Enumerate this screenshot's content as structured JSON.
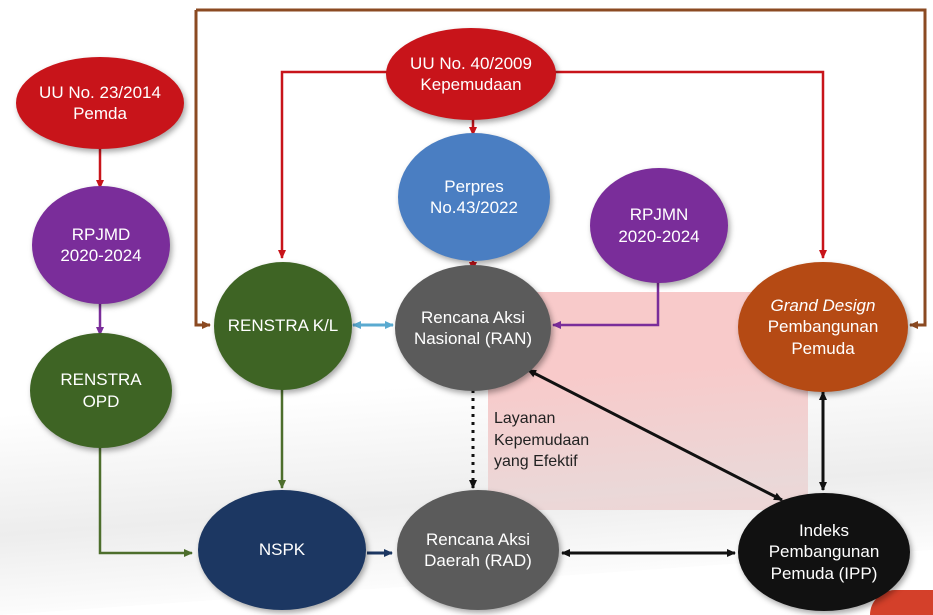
{
  "colors": {
    "red": "#c8141a",
    "purple": "#7a2d9a",
    "green": "#3e6424",
    "blue": "#4a7ec2",
    "navy": "#1c3762",
    "gray": "#5b5b5b",
    "brown": "#b54a14",
    "black": "#111111",
    "pink_zone": "#f8caca",
    "border_line": "#8b4a22",
    "cyan_line": "#5aaad0"
  },
  "nodes": {
    "uu23": {
      "line1": "UU No. 23/2014",
      "line2": "Pemda"
    },
    "uu40": {
      "line1": "UU No. 40/2009",
      "line2": "Kepemudaan"
    },
    "perpres": {
      "line1": "Perpres",
      "line2": "No.43/2022"
    },
    "rpjmd": {
      "line1": "RPJMD",
      "line2": "2020-2024"
    },
    "rpjmn": {
      "line1": "RPJMN",
      "line2": "2020-2024"
    },
    "renstra_kl": {
      "line1": "RENSTRA K/L"
    },
    "ran": {
      "line1": "Rencana Aksi",
      "line2": "Nasional (RAN)"
    },
    "grand_design": {
      "line1": "Grand Design",
      "line2": "Pembangunan",
      "line3": "Pemuda"
    },
    "renstra_opd": {
      "line1": "RENSTRA",
      "line2": "OPD"
    },
    "nspk": {
      "line1": "NSPK"
    },
    "rad": {
      "line1": "Rencana Aksi",
      "line2": "Daerah (RAD)"
    },
    "ipp": {
      "line1": "Indeks",
      "line2": "Pembangunan",
      "line3": "Pemuda (IPP)"
    }
  },
  "annotation": {
    "line1": "Layanan",
    "line2": "Kepemudaan",
    "line3": "yang Efektif"
  }
}
